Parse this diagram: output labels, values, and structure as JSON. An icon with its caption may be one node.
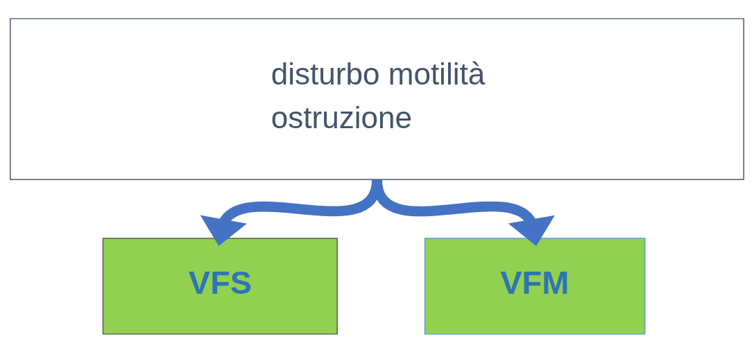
{
  "diagram": {
    "nodes": [
      {
        "text": [
          "disturbo motilità",
          "ostruzione"
        ]
      },
      {
        "text": [
          "VFS"
        ]
      },
      {
        "text": [
          "VFM"
        ]
      }
    ],
    "edges": [
      {
        "from": 0,
        "to": 1,
        "arrow": "to"
      },
      {
        "from": 0,
        "to": 2,
        "arrow": "to"
      }
    ]
  }
}
